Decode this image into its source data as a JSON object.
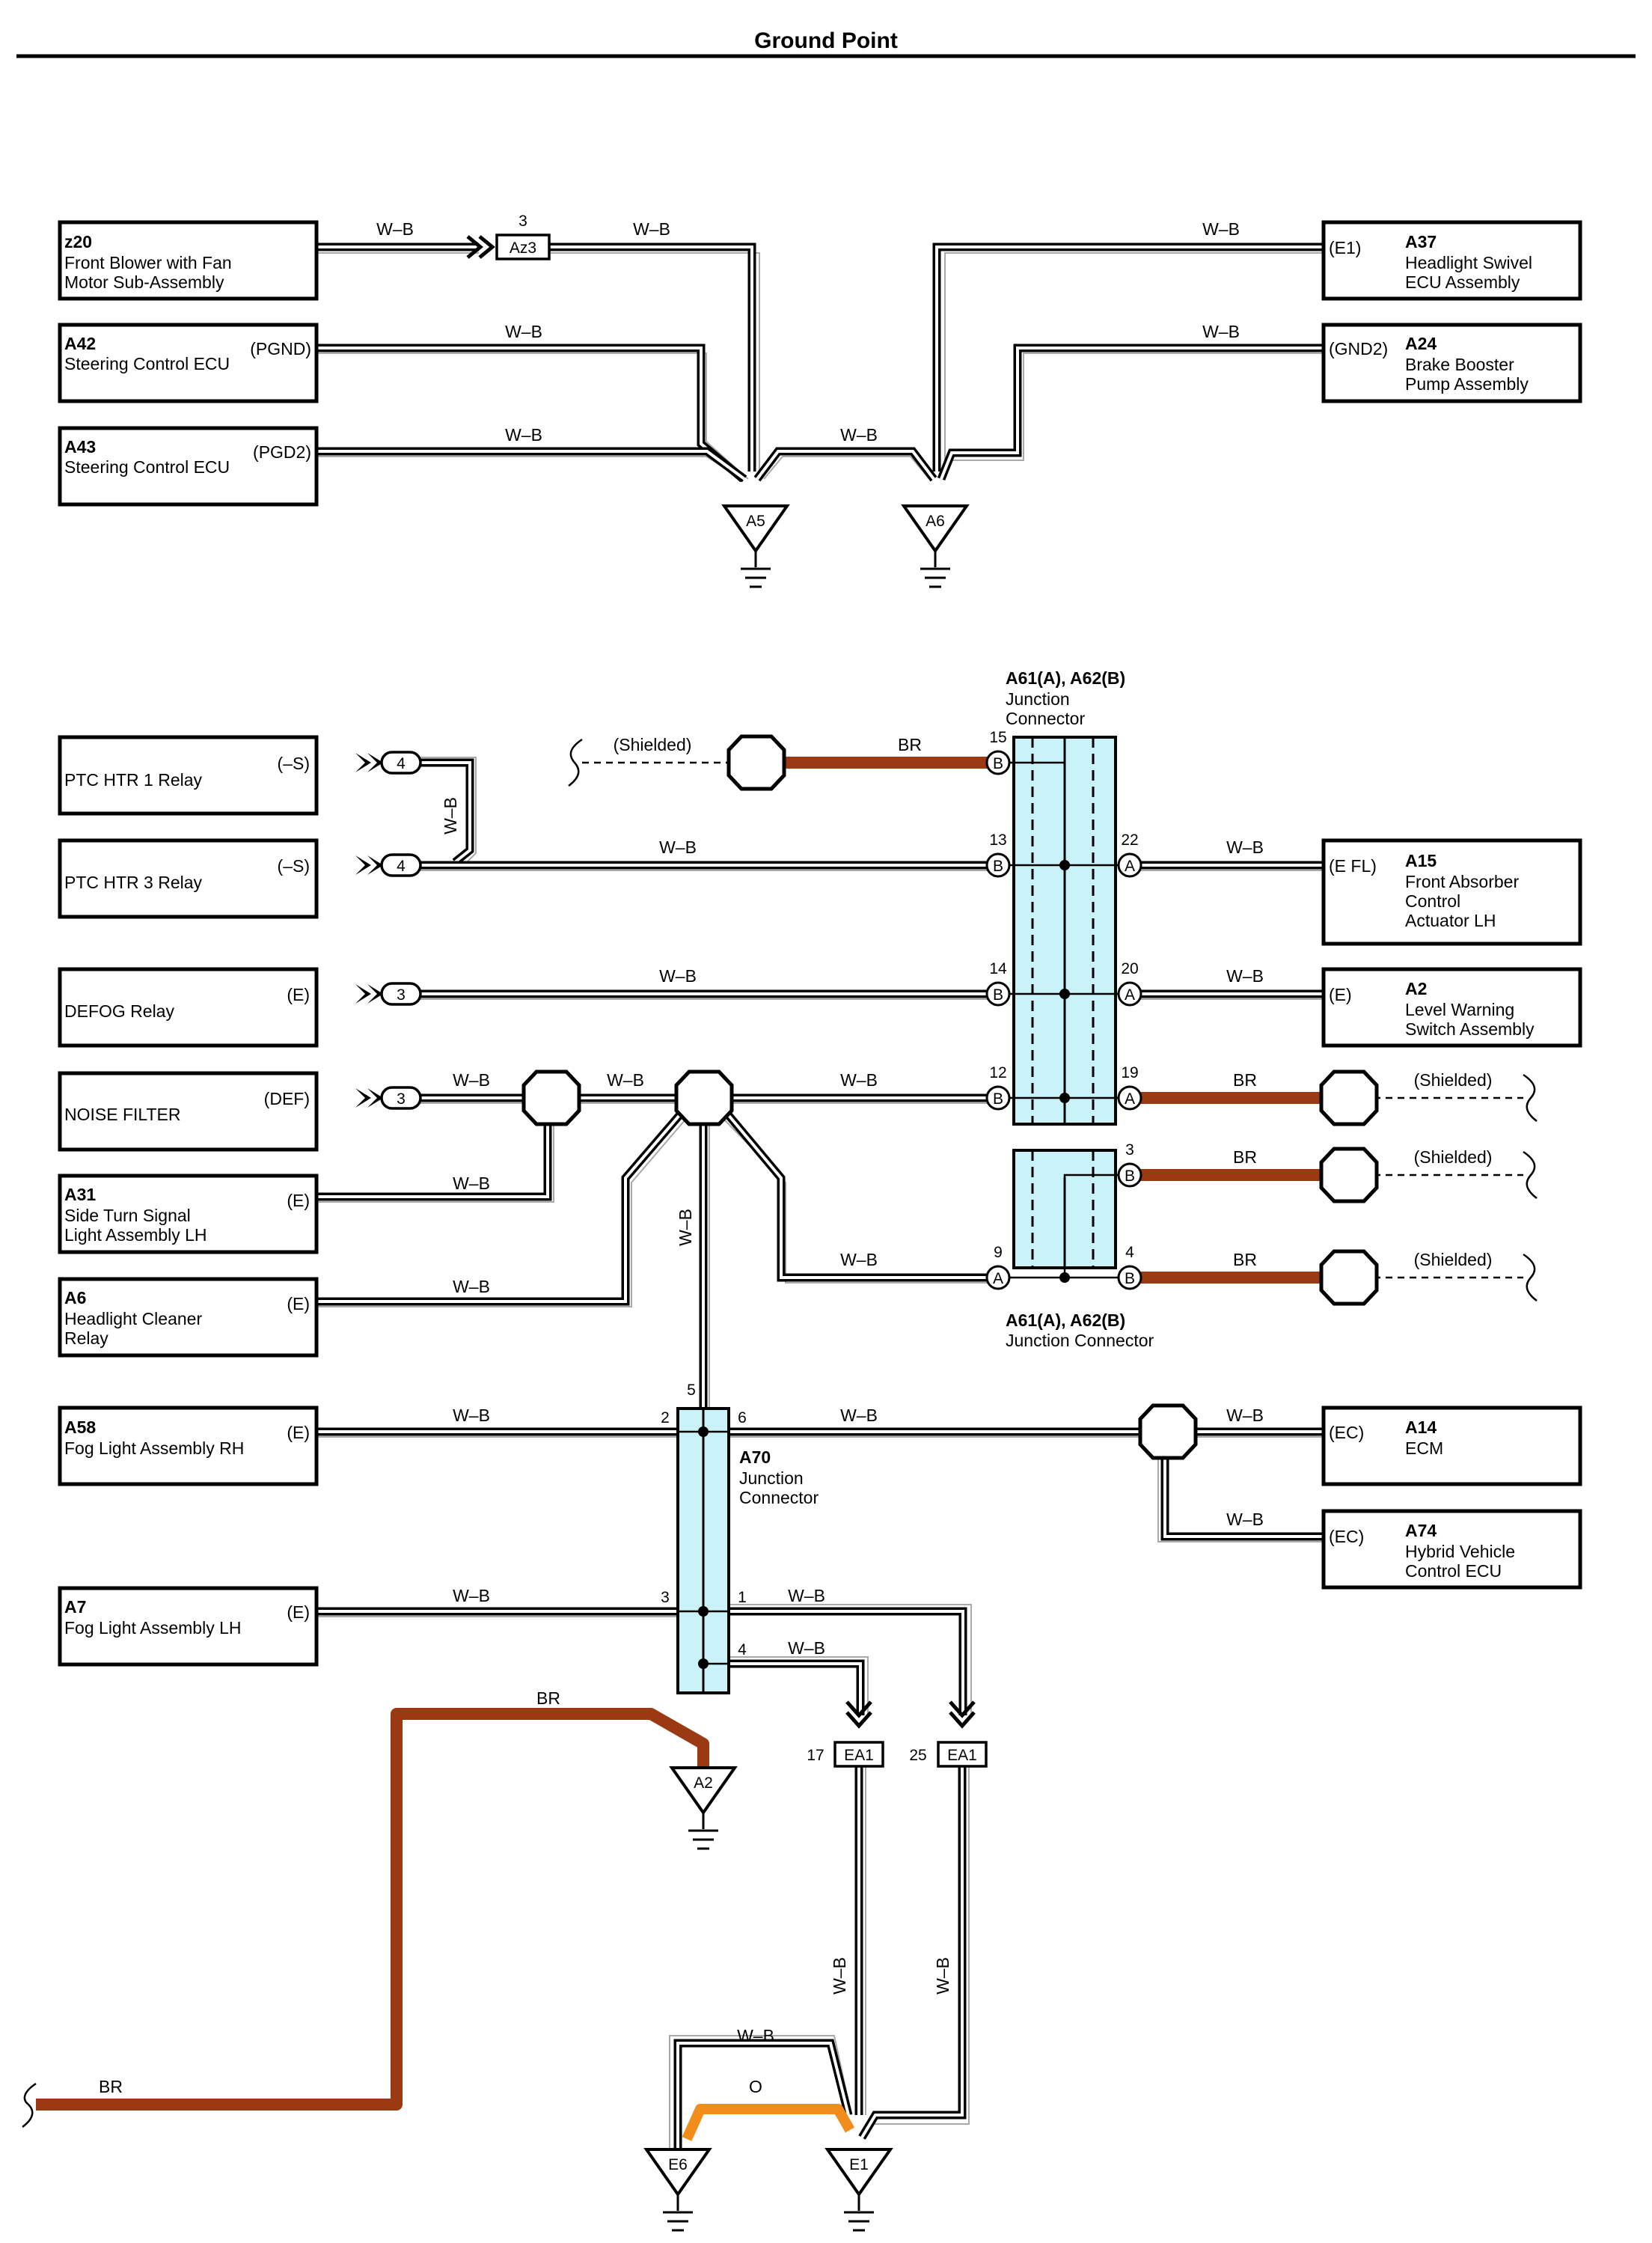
{
  "title": "Ground Point",
  "components": [
    {
      "code": "z20",
      "name": [
        "Front Blower with Fan",
        "Motor Sub-Assembly"
      ],
      "pin": ""
    },
    {
      "code": "A42",
      "name": [
        "Steering Control ECU"
      ],
      "pin": "(PGND)"
    },
    {
      "code": "A43",
      "name": [
        "Steering Control ECU"
      ],
      "pin": "(PGD2)"
    },
    {
      "code": "A37",
      "name": [
        "Headlight Swivel",
        "ECU Assembly"
      ],
      "pin": "(E1)"
    },
    {
      "code": "A24",
      "name": [
        "Brake Booster",
        "Pump Assembly"
      ],
      "pin": "(GND2)"
    },
    {
      "code": "",
      "name": [
        "PTC HTR 1 Relay"
      ],
      "pin": "(–S)"
    },
    {
      "code": "",
      "name": [
        "PTC HTR 3 Relay"
      ],
      "pin": "(–S)"
    },
    {
      "code": "",
      "name": [
        "DEFOG Relay"
      ],
      "pin": "(E)"
    },
    {
      "code": "",
      "name": [
        "NOISE FILTER"
      ],
      "pin": "(DEF)"
    },
    {
      "code": "A31",
      "name": [
        "Side Turn Signal",
        "Light Assembly LH"
      ],
      "pin": "(E)"
    },
    {
      "code": "A6",
      "name": [
        "Headlight Cleaner",
        "Relay"
      ],
      "pin": "(E)"
    },
    {
      "code": "A58",
      "name": [
        "Fog Light Assembly RH"
      ],
      "pin": "(E)"
    },
    {
      "code": "A7",
      "name": [
        "Fog Light Assembly LH"
      ],
      "pin": "(E)"
    },
    {
      "code": "A15",
      "name": [
        "Front Absorber",
        "Control",
        "Actuator LH"
      ],
      "pin": "(E FL)"
    },
    {
      "code": "A2",
      "name": [
        "Level Warning",
        "Switch Assembly"
      ],
      "pin": "(E)"
    },
    {
      "code": "A14",
      "name": [
        "ECM"
      ],
      "pin": "(EC)"
    },
    {
      "code": "A74",
      "name": [
        "Hybrid Vehicle",
        "Control ECU"
      ],
      "pin": "(EC)"
    }
  ],
  "junctions": {
    "a61_top": {
      "code": "A61(A), A62(B)",
      "name": [
        "Junction",
        "Connector"
      ]
    },
    "a61_bottom": {
      "code": "A61(A), A62(B)",
      "name": [
        "Junction Connector"
      ]
    },
    "a70": {
      "code": "A70",
      "name": [
        "Junction",
        "Connector"
      ]
    }
  },
  "grounds": [
    "A5",
    "A6",
    "A2",
    "E6",
    "E1"
  ],
  "connectors": {
    "az3": "Az3",
    "az3_pin": "3",
    "ea1": "EA1",
    "ea1_pin_a": "17",
    "ea1_pin_b": "25"
  },
  "relay_pins": [
    "4",
    "4",
    "3",
    "3"
  ],
  "wire_colors": {
    "wb": "W–B",
    "br": "BR",
    "o": "O"
  },
  "shield_label": "(Shielded)",
  "a61_pins": {
    "left": [
      "15",
      "13",
      "14",
      "12",
      "9"
    ],
    "right": [
      "22",
      "20",
      "19",
      "3",
      "4"
    ],
    "left_letters": [
      "B",
      "B",
      "B",
      "B",
      "A"
    ],
    "right_letters": [
      "A",
      "A",
      "A",
      "B",
      "B"
    ]
  },
  "a70_pins": [
    "5",
    "2",
    "6",
    "3",
    "1",
    "4"
  ],
  "colors": {
    "wire_br": "#9b3a12",
    "wire_o": "#f28c1a",
    "junction_fill": "#c9f3f8"
  }
}
